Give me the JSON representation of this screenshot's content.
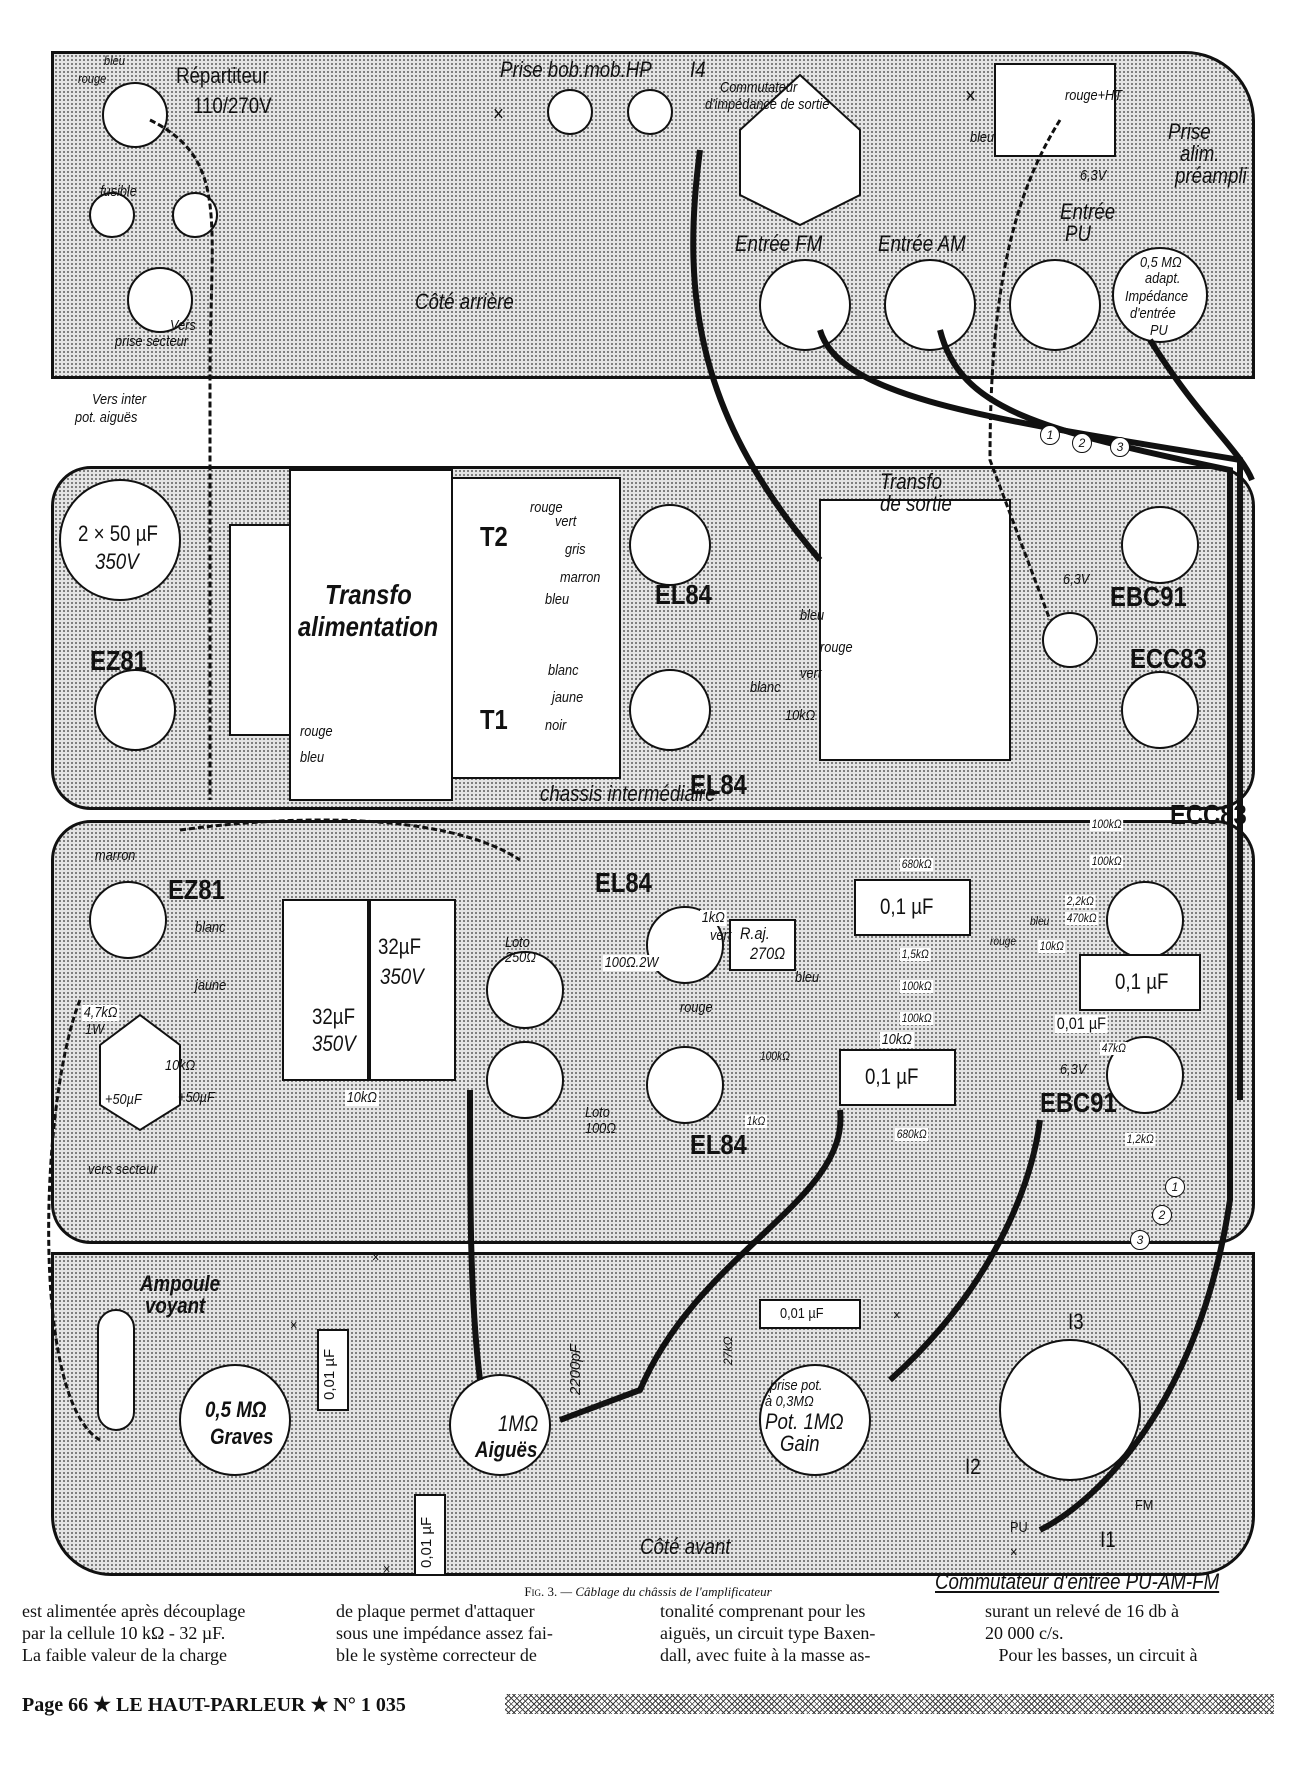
{
  "rear": {
    "title": "Côté arrière",
    "labels": [
      "bleu",
      "rouge",
      "Répartiteur",
      "110/270V",
      "fusible",
      "Vers",
      "prise secteur",
      "Prise bob.mob.HP",
      "I4",
      "Commutateur",
      "d'impédance de sortie",
      "rouge+HT",
      "bleu",
      "Prise",
      "alim.",
      "préampli",
      "6,3V",
      "Entrée",
      "PU",
      "Entrée FM",
      "Entrée AM",
      "0,5 MΩ",
      "adapt.",
      "Impédance",
      "d'entrée",
      "PU",
      "×",
      "×"
    ]
  },
  "between": {
    "labels": [
      "Vers inter",
      "pot. aiguës"
    ],
    "cable_numbers": [
      "1",
      "2",
      "3"
    ]
  },
  "middle": {
    "labels": [
      "2 × 50 µF",
      "350V",
      "EZ81",
      "Transfo",
      "alimentation",
      "T2",
      "rouge",
      "vert",
      "gris",
      "marron",
      "bleu",
      "T1",
      "blanc",
      "jaune",
      "noir",
      "EL84",
      "EL84",
      "Transfo",
      "de sortie",
      "EBC91",
      "ECC83",
      "6,3V",
      "rouge",
      "bleu",
      "bleu",
      "rouge",
      "vert",
      "blanc",
      "10kΩ"
    ]
  },
  "chassis": {
    "labels": [
      "chassis intermédiaire",
      "ECC83",
      "marron",
      "EZ81",
      "blanc",
      "jaune",
      "4,7kΩ",
      "1W",
      "+50µF",
      "10kΩ",
      "+50µF",
      "32µF",
      "350V",
      "32µF",
      "350V",
      "10kΩ",
      "Loto",
      "250Ω",
      "EL84",
      "1kΩ",
      "vert",
      "100Ω.2W",
      "R.aj.",
      "270Ω",
      "rouge",
      "bleu",
      "0,1 µF",
      "680kΩ",
      "1,5kΩ",
      "100kΩ",
      "100kΩ",
      "10kΩ",
      "0,1 µF",
      "680kΩ",
      "Loto",
      "100Ω",
      "EL84",
      "1kΩ",
      "100kΩ",
      "rouge",
      "bleu",
      "100kΩ",
      "2,2kΩ",
      "470kΩ",
      "10kΩ",
      "0,1 µF",
      "0,01 µF",
      "47kΩ",
      "6,3V",
      "EBC91",
      "1,2kΩ",
      "vers secteur",
      "100kΩ"
    ],
    "cable_numbers": [
      "1",
      "2",
      "3"
    ]
  },
  "front": {
    "title": "Côté avant",
    "labels": [
      "Ampoule",
      "voyant",
      "0,01 µF",
      "0,5 MΩ",
      "Graves",
      "2200pF",
      "1MΩ",
      "Aiguës",
      "0,01 µF",
      "0,01 µF",
      "27kΩ",
      "prise pot.",
      "à 0,3MΩ",
      "Pot. 1MΩ",
      "Gain",
      "I3",
      "I2",
      "PU",
      "FM",
      "I1",
      "Commutateur d'entrée PU-AM-FM",
      "×",
      "×",
      "×",
      "×",
      "×"
    ]
  },
  "caption": {
    "fig": "Fig. 3.",
    "text": " — Câblage du châssis de l'amplificateur"
  },
  "article": {
    "columns": [
      [
        "est alimentée après découplage",
        "par la cellule 10 kΩ - 32 µF.",
        "La faible valeur de la charge"
      ],
      [
        "de plaque permet d'attaquer",
        "sous une impédance assez fai-",
        "ble le système correcteur de"
      ],
      [
        "tonalité comprenant pour les",
        "aiguës, un circuit type Baxen-",
        "dall, avec fuite à la masse as-"
      ],
      [
        "surant un relevé de 16 db à",
        "20 000 c/s.",
        "   Pour les basses, un circuit à"
      ]
    ]
  },
  "footer": {
    "text": "Page 66 ★ LE HAUT-PARLEUR ★ N° 1 035"
  }
}
